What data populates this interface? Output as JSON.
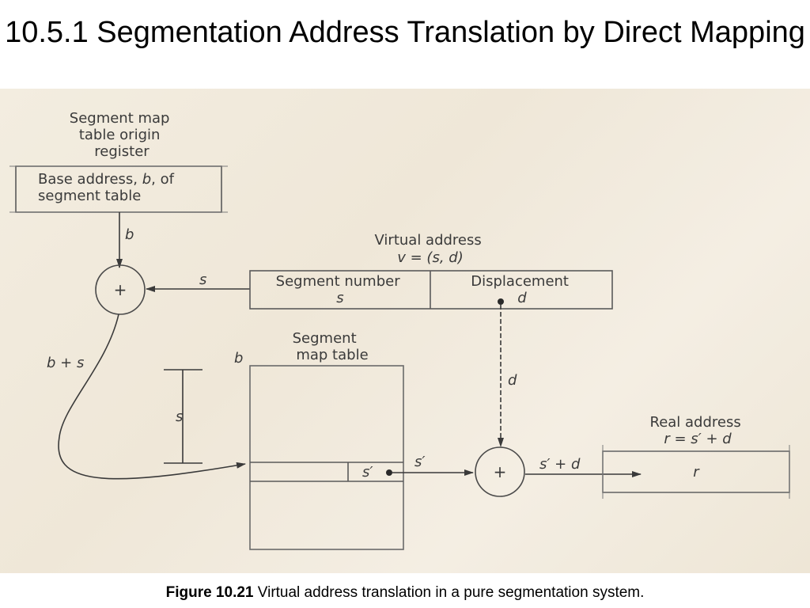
{
  "title": "10.5.1 Segmentation Address Translation by Direct Mapping",
  "origin_register": {
    "label_lines": [
      "Segment map",
      "table origin",
      "register"
    ],
    "box_line1_prefix": "Base address, ",
    "box_line1_var": "b",
    "box_line1_suffix": ", of",
    "box_line2": "segment table"
  },
  "arrow_b_label": "b",
  "adder1_symbol": "+",
  "arrow_s_label": "s",
  "virtual_address": {
    "heading": "Virtual address",
    "formula": "v = (s, d)",
    "cell1_title": "Segment number",
    "cell1_var": "s",
    "cell2_title": "Displacement",
    "cell2_var": "d"
  },
  "b_plus_s_label": "b + s",
  "segment_map_table": {
    "label_lines": [
      "Segment",
      "map table"
    ],
    "top_label": "b",
    "extent_label": "s",
    "entry_value": "s′"
  },
  "arrow_d_label": "d",
  "arrow_sprime_label": "s′",
  "adder2_symbol": "+",
  "arrow_sum_label": "s′ + d",
  "real_address": {
    "heading": "Real address",
    "formula": "r = s′ + d",
    "value": "r"
  },
  "caption": {
    "bold": "Figure 10.21",
    "text": " Virtual address translation in a pure segmentation system."
  }
}
